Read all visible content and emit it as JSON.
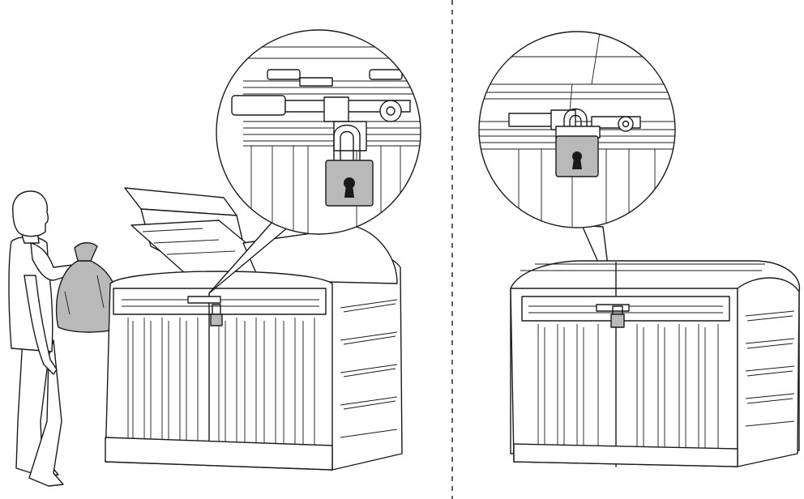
{
  "illustration": {
    "kind": "assembly-instruction",
    "panels": [
      {
        "id": "open",
        "icons": [
          "person-icon",
          "trash-bag-icon",
          "padlock-icon"
        ]
      },
      {
        "id": "closed",
        "icons": [
          "padlock-icon"
        ]
      }
    ],
    "colors": {
      "line": "#1a1a1a",
      "fill": "#ffffff",
      "accent_grey": "#b9b9b9"
    }
  }
}
